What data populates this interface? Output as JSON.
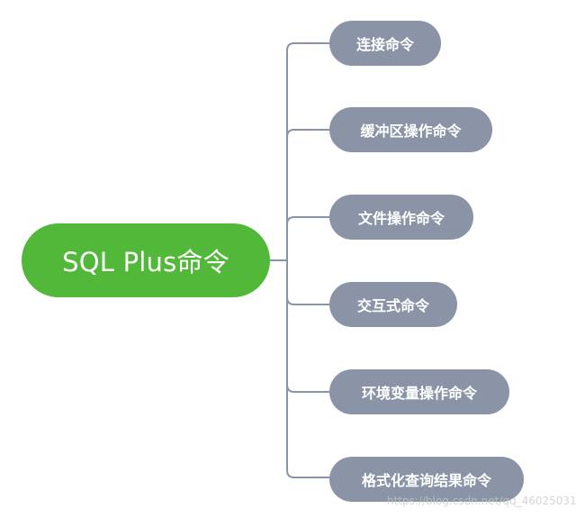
{
  "mindmap": {
    "root": {
      "label": "SQL Plus命令",
      "color": "#52b83a"
    },
    "children": [
      {
        "label": "连接命令"
      },
      {
        "label": "缓冲区操作命令"
      },
      {
        "label": "文件操作命令"
      },
      {
        "label": "交互式命令"
      },
      {
        "label": "环境变量操作命令"
      },
      {
        "label": "格式化查询结果命令"
      }
    ],
    "child_color": "#8a94a6",
    "connector_color": "#8a94a6"
  },
  "watermark": "https://blog.csdn.net/qq_46025031"
}
